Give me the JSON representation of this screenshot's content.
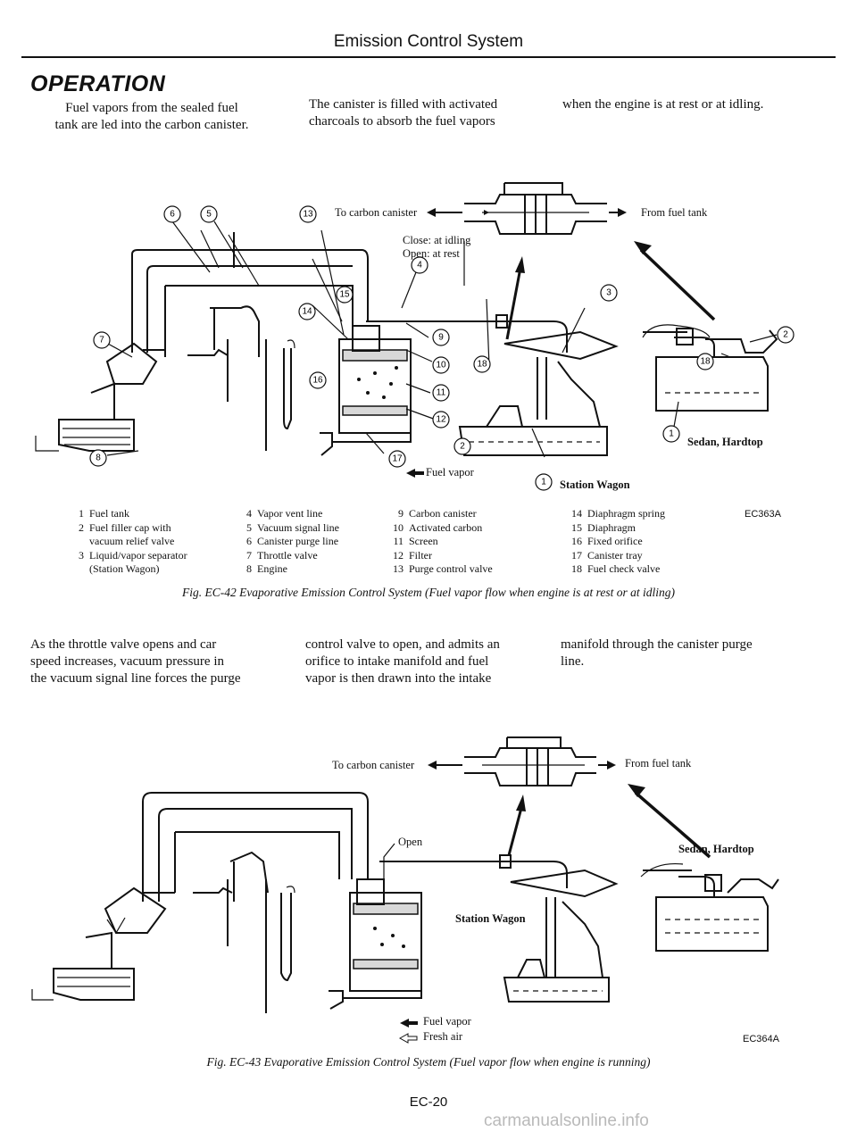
{
  "header": {
    "title": "Emission Control System"
  },
  "section": {
    "heading": "OPERATION"
  },
  "intro": {
    "col1": [
      "Fuel vapors from the sealed fuel",
      "tank are led into the carbon canister."
    ],
    "col2": [
      "The canister is filled with activated",
      "charcoals to absorb the fuel vapors"
    ],
    "col3": [
      "when the engine is at rest or at idling."
    ]
  },
  "figure42": {
    "labels": {
      "to_canister": "To carbon canister",
      "from_tank": "From fuel tank",
      "close": "Close: at idling",
      "open": "Open: at rest",
      "fuel_vapor": "Fuel vapor",
      "station_wagon": "Station Wagon",
      "sedan_hardtop": "Sedan, Hardtop"
    },
    "callouts": [
      {
        "name": "callout-1-station-wagon",
        "text": "1"
      },
      {
        "name": "callout-1-sedan",
        "text": "1"
      },
      {
        "name": "callout-2-station-wagon",
        "text": "2"
      },
      {
        "name": "callout-2-sedan",
        "text": "2"
      },
      {
        "name": "callout-3",
        "text": "3"
      },
      {
        "name": "callout-4",
        "text": "4"
      },
      {
        "name": "callout-5",
        "text": "5"
      },
      {
        "name": "callout-6",
        "text": "6"
      },
      {
        "name": "callout-7",
        "text": "7"
      },
      {
        "name": "callout-8",
        "text": "8"
      },
      {
        "name": "callout-9",
        "text": "9"
      },
      {
        "name": "callout-10",
        "text": "10"
      },
      {
        "name": "callout-11",
        "text": "11"
      },
      {
        "name": "callout-12",
        "text": "12"
      },
      {
        "name": "callout-13",
        "text": "13"
      },
      {
        "name": "callout-14",
        "text": "14"
      },
      {
        "name": "callout-15",
        "text": "15"
      },
      {
        "name": "callout-16",
        "text": "16"
      },
      {
        "name": "callout-17",
        "text": "17"
      },
      {
        "name": "callout-18-valve",
        "text": "18"
      },
      {
        "name": "callout-18-sedan",
        "text": "18"
      }
    ],
    "legend": {
      "col1": [
        {
          "num": "1",
          "text": "Fuel tank"
        },
        {
          "num": "2",
          "text": "Fuel filler cap with"
        },
        {
          "num": "",
          "text": "vacuum relief valve"
        },
        {
          "num": "3",
          "text": "Liquid/vapor separator"
        },
        {
          "num": "",
          "text": "(Station Wagon)"
        }
      ],
      "col2": [
        {
          "num": "4",
          "text": "Vapor vent line"
        },
        {
          "num": "5",
          "text": "Vacuum signal line"
        },
        {
          "num": "6",
          "text": "Canister purge line"
        },
        {
          "num": "7",
          "text": "Throttle valve"
        },
        {
          "num": "8",
          "text": "Engine"
        }
      ],
      "col3": [
        {
          "num": "9",
          "text": "Carbon canister"
        },
        {
          "num": "10",
          "text": "Activated carbon"
        },
        {
          "num": "11",
          "text": "Screen"
        },
        {
          "num": "12",
          "text": "Filter"
        },
        {
          "num": "13",
          "text": "Purge control valve"
        }
      ],
      "col4": [
        {
          "num": "14",
          "text": "Diaphragm spring"
        },
        {
          "num": "15",
          "text": "Diaphragm"
        },
        {
          "num": "16",
          "text": "Fixed orifice"
        },
        {
          "num": "17",
          "text": "Canister tray"
        },
        {
          "num": "18",
          "text": "Fuel check valve"
        }
      ]
    },
    "code": "EC363A",
    "caption": "Fig. EC-42  Evaporative Emission Control System (Fuel vapor flow when engine is at rest or at idling)"
  },
  "middle": {
    "col1": [
      "As the throttle valve opens and car",
      "speed increases, vacuum pressure in",
      "the vacuum signal line forces the purge"
    ],
    "col2": [
      "control valve to open, and admits an",
      "orifice to intake manifold and fuel",
      "vapor is then drawn into the intake"
    ],
    "col3": [
      "manifold through the canister purge",
      "line."
    ]
  },
  "figure43": {
    "labels": {
      "to_canister": "To carbon canister",
      "from_tank": "From fuel tank",
      "open": "Open",
      "station_wagon": "Station Wagon",
      "sedan_hardtop": "Sedan, Hardtop",
      "fuel_vapor": "Fuel vapor",
      "fresh_air": "Fresh air"
    },
    "code": "EC364A",
    "caption": "Fig. EC-43  Evaporative Emission Control System (Fuel vapor flow when engine is running)"
  },
  "footer": {
    "page_number": "EC-20"
  },
  "watermark": {
    "text": "carmanualsonline.info"
  }
}
